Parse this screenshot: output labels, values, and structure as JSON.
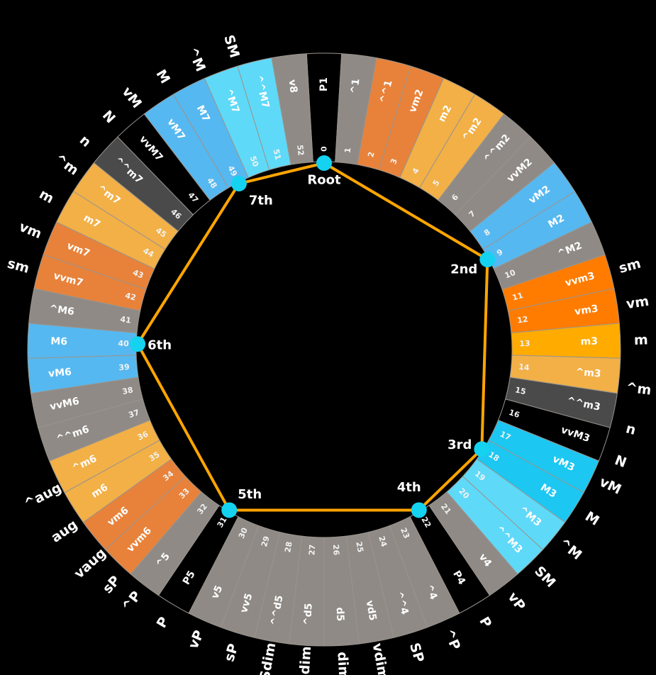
{
  "diagram": {
    "steps": 53,
    "colors": {
      "black": "#000000",
      "gray": "#8f8a85",
      "darkgray": "#4a4a4a",
      "orange": "#e8823a",
      "deeporange": "#ff7c00",
      "yellow": "#ffab00",
      "lightorange": "#f2b046",
      "blue": "#56b8f0",
      "cyan": "#1cc7f2",
      "lightcyan": "#5fd9f8",
      "polygon": "#ffa500",
      "node": "#15d2f0"
    },
    "segments": [
      {
        "n": "0",
        "label": "P1",
        "color": "black"
      },
      {
        "n": "1",
        "label": "^1",
        "color": "gray"
      },
      {
        "n": "2",
        "label": "^^1",
        "color": "orange"
      },
      {
        "n": "3",
        "label": "vm2",
        "color": "orange"
      },
      {
        "n": "4",
        "label": "m2",
        "color": "lightorange"
      },
      {
        "n": "5",
        "label": "^m2",
        "color": "lightorange"
      },
      {
        "n": "6",
        "label": "^^m2",
        "color": "gray"
      },
      {
        "n": "7",
        "label": "vvM2",
        "color": "gray"
      },
      {
        "n": "8",
        "label": "vM2",
        "color": "blue"
      },
      {
        "n": "9",
        "label": "M2",
        "color": "blue"
      },
      {
        "n": "10",
        "label": "^M2",
        "color": "gray"
      },
      {
        "n": "11",
        "label": "vvm3",
        "color": "deeporange"
      },
      {
        "n": "12",
        "label": "vm3",
        "color": "deeporange"
      },
      {
        "n": "13",
        "label": "m3",
        "color": "yellow"
      },
      {
        "n": "14",
        "label": "^m3",
        "color": "lightorange"
      },
      {
        "n": "15",
        "label": "^^m3",
        "color": "darkgray"
      },
      {
        "n": "16",
        "label": "vvM3",
        "color": "black"
      },
      {
        "n": "17",
        "label": "vM3",
        "color": "cyan"
      },
      {
        "n": "18",
        "label": "M3",
        "color": "cyan"
      },
      {
        "n": "19",
        "label": "^M3",
        "color": "lightcyan"
      },
      {
        "n": "20",
        "label": "^^M3",
        "color": "lightcyan"
      },
      {
        "n": "21",
        "label": "v4",
        "color": "gray"
      },
      {
        "n": "22",
        "label": "P4",
        "color": "black"
      },
      {
        "n": "23",
        "label": "^4",
        "color": "gray"
      },
      {
        "n": "24",
        "label": "^^4",
        "color": "gray"
      },
      {
        "n": "25",
        "label": "vd5",
        "color": "gray"
      },
      {
        "n": "26",
        "label": "d5",
        "color": "gray"
      },
      {
        "n": "27",
        "label": "^d5",
        "color": "gray"
      },
      {
        "n": "28",
        "label": "^^d5",
        "color": "gray"
      },
      {
        "n": "29",
        "label": "vv5",
        "color": "gray"
      },
      {
        "n": "30",
        "label": "v5",
        "color": "gray"
      },
      {
        "n": "31",
        "label": "P5",
        "color": "black"
      },
      {
        "n": "32",
        "label": "^5",
        "color": "gray"
      },
      {
        "n": "33",
        "label": "vvm6",
        "color": "orange"
      },
      {
        "n": "34",
        "label": "vm6",
        "color": "orange"
      },
      {
        "n": "35",
        "label": "m6",
        "color": "lightorange"
      },
      {
        "n": "36",
        "label": "^m6",
        "color": "lightorange"
      },
      {
        "n": "37",
        "label": "^^m6",
        "color": "gray"
      },
      {
        "n": "38",
        "label": "vvM6",
        "color": "gray"
      },
      {
        "n": "39",
        "label": "vM6",
        "color": "blue"
      },
      {
        "n": "40",
        "label": "M6",
        "color": "blue"
      },
      {
        "n": "41",
        "label": "^M6",
        "color": "gray"
      },
      {
        "n": "42",
        "label": "vvm7",
        "color": "orange"
      },
      {
        "n": "43",
        "label": "vm7",
        "color": "orange"
      },
      {
        "n": "44",
        "label": "m7",
        "color": "lightorange"
      },
      {
        "n": "45",
        "label": "^m7",
        "color": "lightorange"
      },
      {
        "n": "46",
        "label": "^^m7",
        "color": "darkgray"
      },
      {
        "n": "47",
        "label": "vvM7",
        "color": "black"
      },
      {
        "n": "48",
        "label": "vM7",
        "color": "blue"
      },
      {
        "n": "49",
        "label": "M7",
        "color": "blue"
      },
      {
        "n": "50",
        "label": "^M7",
        "color": "lightcyan"
      },
      {
        "n": "51",
        "label": "^^M7",
        "color": "lightcyan"
      },
      {
        "n": "52",
        "label": "v8",
        "color": "gray"
      }
    ],
    "outer_labels": [
      {
        "label": "SM",
        "at": 50.5
      },
      {
        "label": "^M",
        "at": 49.5
      },
      {
        "label": "M",
        "at": 48.5
      },
      {
        "label": "vM",
        "at": 47.5
      },
      {
        "label": "N",
        "at": 46.7
      },
      {
        "label": "n",
        "at": 45.8
      },
      {
        "label": "^m",
        "at": 45
      },
      {
        "label": "m",
        "at": 44
      },
      {
        "label": "vm",
        "at": 43
      },
      {
        "label": "sm",
        "at": 42
      },
      {
        "label": "^aug",
        "at": 35.7
      },
      {
        "label": "aug",
        "at": 34.6
      },
      {
        "label": "vaug",
        "at": 33.5
      },
      {
        "label": "sP",
        "at": 32.7
      },
      {
        "label": "^P",
        "at": 32
      },
      {
        "label": "P",
        "at": 31
      },
      {
        "label": "vP",
        "at": 30
      },
      {
        "label": "sP",
        "at": 29
      },
      {
        "label": "Sdim",
        "at": 28
      },
      {
        "label": "^dim",
        "at": 27
      },
      {
        "label": "dim",
        "at": 26
      },
      {
        "label": "vdim",
        "at": 25
      },
      {
        "label": "SP",
        "at": 24
      },
      {
        "label": "^P",
        "at": 23
      },
      {
        "label": "P",
        "at": 22
      },
      {
        "label": "vP",
        "at": 21
      },
      {
        "label": "SM",
        "at": 20
      },
      {
        "label": "^M",
        "at": 19
      },
      {
        "label": "M",
        "at": 18
      },
      {
        "label": "vM",
        "at": 17
      },
      {
        "label": "N",
        "at": 16.3
      },
      {
        "label": "n",
        "at": 15.4
      },
      {
        "label": "^m",
        "at": 14.3
      },
      {
        "label": "m",
        "at": 13
      },
      {
        "label": "vm",
        "at": 12
      },
      {
        "label": "sm",
        "at": 11
      }
    ],
    "nodes": [
      {
        "label": "Root",
        "step": 0
      },
      {
        "label": "2nd",
        "step": 9
      },
      {
        "label": "3rd",
        "step": 18
      },
      {
        "label": "4th",
        "step": 22
      },
      {
        "label": "5th",
        "step": 31
      },
      {
        "label": "6th",
        "step": 40
      },
      {
        "label": "7th",
        "step": 49
      }
    ]
  }
}
